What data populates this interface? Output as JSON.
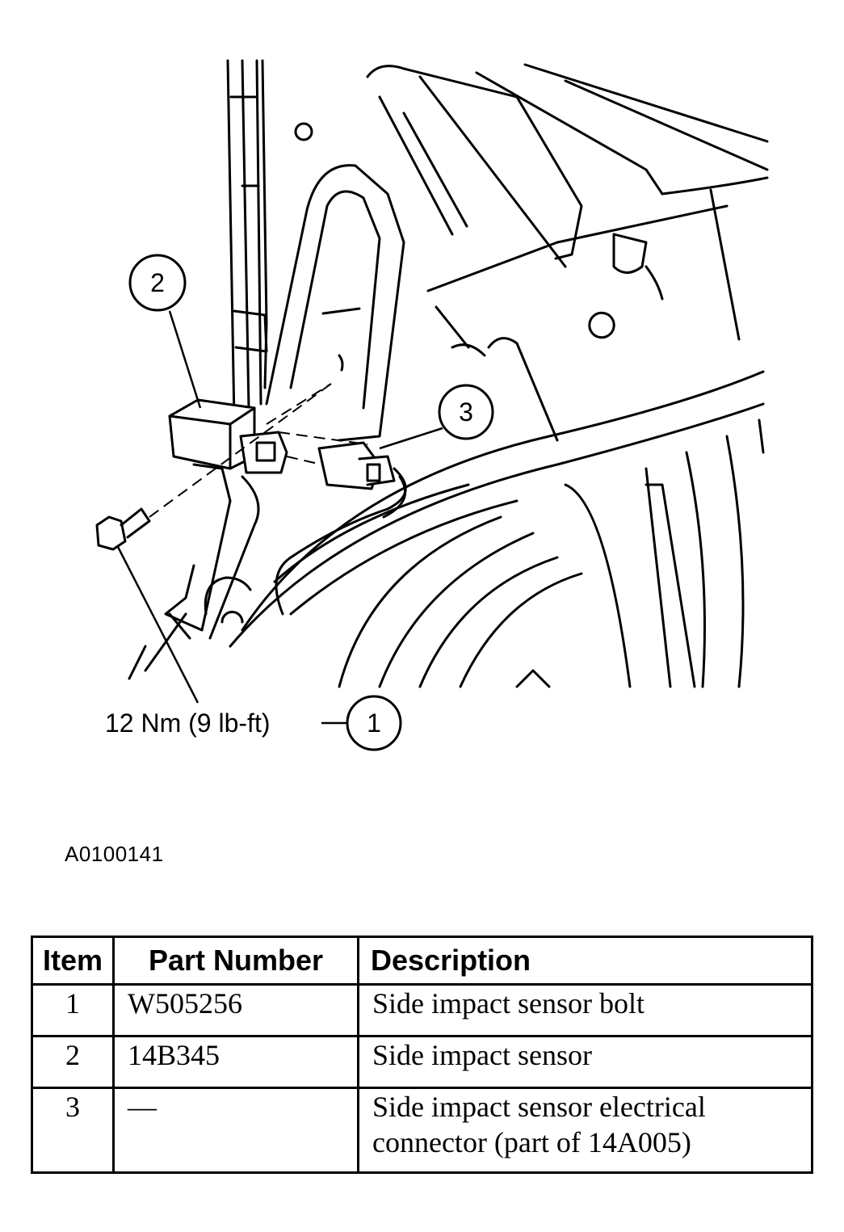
{
  "illustration": {
    "callouts": [
      {
        "number": "1"
      },
      {
        "number": "2"
      },
      {
        "number": "3"
      }
    ],
    "torque_spec": "12 Nm (9 lb-ft)"
  },
  "figure_id": "A0100141",
  "table": {
    "headers": {
      "item": "Item",
      "part_number": "Part Number",
      "description": "Description"
    },
    "rows": [
      {
        "item": "1",
        "part_number": "W505256",
        "description": "Side impact sensor bolt"
      },
      {
        "item": "2",
        "part_number": "14B345",
        "description": "Side impact sensor"
      },
      {
        "item": "3",
        "part_number": "—",
        "description": "Side impact sensor electrical connector (part of 14A005)"
      }
    ]
  }
}
